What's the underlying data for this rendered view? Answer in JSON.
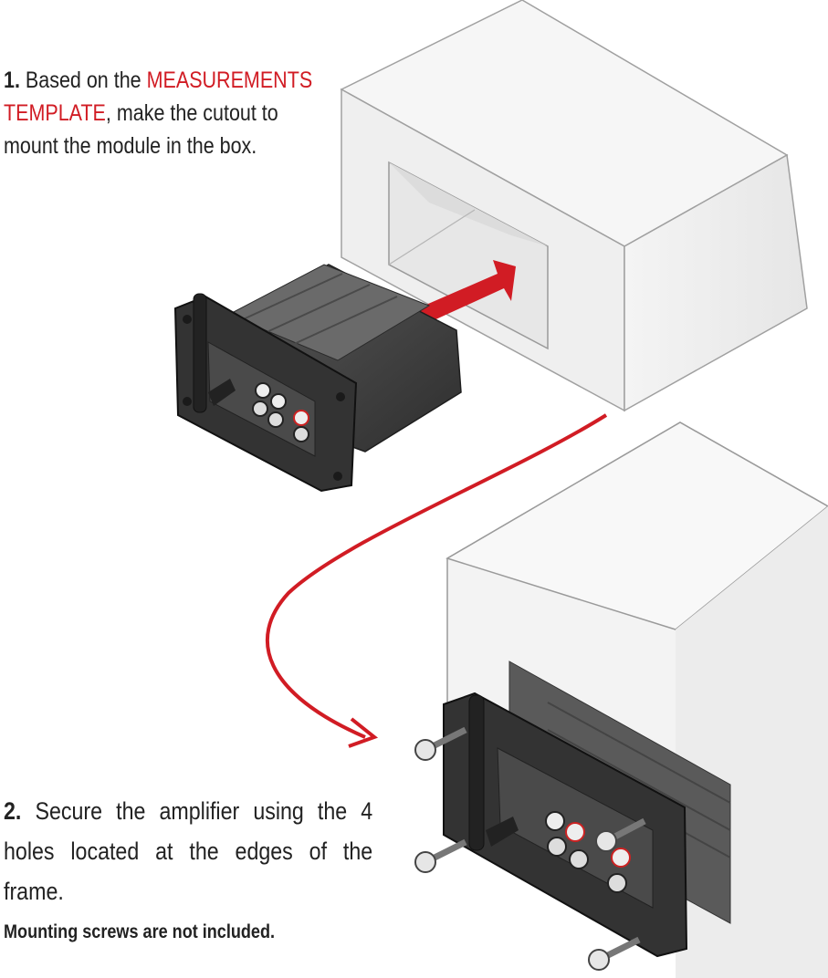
{
  "step1": {
    "number": "1.",
    "text_before": " Based on the ",
    "highlight": "MEASUREMENTS TEMPLATE",
    "text_after": ", make the cutout to mount the module in the box."
  },
  "step2": {
    "number": "2.",
    "text": " Secure the amplifier using the 4 holes located at the edges of the frame."
  },
  "note": "Mounting screws are not included.",
  "colors": {
    "accent_red": "#d11c24",
    "box_stroke": "#9a9a9a",
    "box_fill": "#f2f2f2",
    "module_dark": "#3a3a3a"
  },
  "icons": [
    "arrow-icon",
    "antenna-icon",
    "screw-icon",
    "rca-connector-icon"
  ]
}
